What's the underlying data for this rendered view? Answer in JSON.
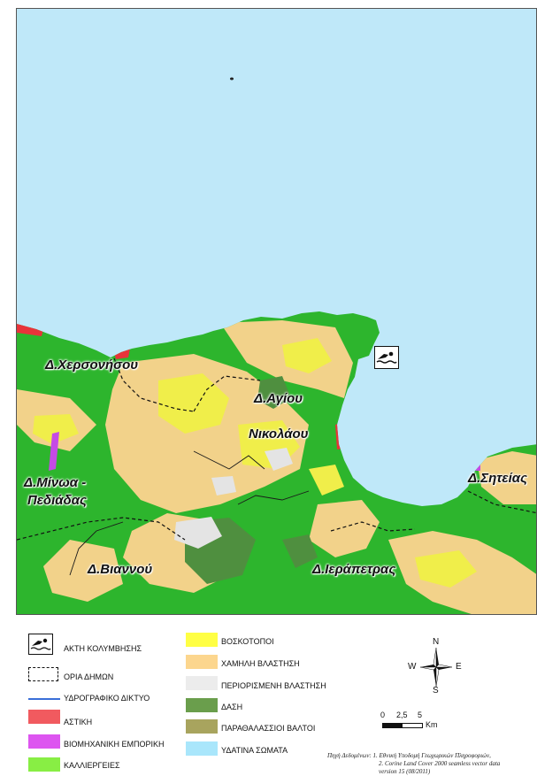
{
  "map": {
    "labels": {
      "hersonisos": "Δ.Χερσονήσου",
      "agios_line1": "Δ.Αγίου",
      "agios_line2": "Νικολάου",
      "minoa_line1": "Δ.Μίνωα -",
      "minoa_line2": "Πεδιάδας",
      "sitia": "Δ.Σητείας",
      "viannos": "Δ.Βιαννού",
      "ierapetra": "Δ.Ιεράπετρας"
    },
    "colors": {
      "sea": "#bfe8f9",
      "agriculture": "#2db52d",
      "pasture": "#f0ee4a",
      "low_vegetation": "#f2d28a",
      "limited_vegetation": "#e4e4e4",
      "forest": "#4f8f3f",
      "urban": "#e8333a",
      "industrial": "#c54ae6",
      "marsh": "#9a9a4c"
    }
  },
  "legend": {
    "col1": [
      {
        "key": "beach",
        "label": "ΑΚΤΗ ΚΟΛΥΜΒΗΣΗΣ",
        "icon": "swimmer-icon"
      },
      {
        "key": "borders",
        "label": "ΟΡΙΑ ΔΗΜΩΝ",
        "color": "#111111"
      },
      {
        "key": "hydro",
        "label": "ΥΔΡΟΓΡΑΦΙΚΟ ΔΙΚΤΥΟ",
        "color": "#3a6fd8"
      },
      {
        "key": "urban",
        "label": "ΑΣΤΙΚΗ",
        "color": "#f15a5f"
      },
      {
        "key": "industrial",
        "label": "ΒΙΟΜΗΧΑΝΙΚΗ ΕΜΠΟΡΙΚΗ",
        "color": "#dd55f0"
      },
      {
        "key": "agriculture",
        "label": "ΚΑΛΛΙΕΡΓΕΙΕΣ",
        "color": "#88ee44"
      }
    ],
    "col2": [
      {
        "key": "pasture",
        "label": "ΒΟΣΚΟΤΟΠΟΙ",
        "color": "#ffff44"
      },
      {
        "key": "lowveg",
        "label": "ΧΑΜΗΛΗ ΒΛΑΣΤΗΣΗ",
        "color": "#fcd68e"
      },
      {
        "key": "limveg",
        "label": "ΠΕΡΙΟΡΙΣΜΕΝΗ ΒΛΑΣΤΗΣΗ",
        "color": "#ececec"
      },
      {
        "key": "forest",
        "label": "ΔΑΣΗ",
        "color": "#6a9e4c"
      },
      {
        "key": "marsh",
        "label": "ΠΑΡΑΘΑΛΑΣΣΙΟΙ ΒΑΛΤΟΙ",
        "color": "#a8a45e"
      },
      {
        "key": "water",
        "label": "ΥΔΑΤΙΝΑ ΣΩΜΑΤΑ",
        "color": "#a9e6fb"
      }
    ]
  },
  "compass": {
    "n": "N",
    "s": "S",
    "w": "W",
    "e": "E"
  },
  "scale": {
    "t0": "0",
    "t1": "2,5",
    "t2": "5",
    "unit": "Km"
  },
  "source": {
    "line1": "Πηγή Δεδομένων: 1. Εθνική Υποδομή Γεωχωρικών Πληροφοριών,",
    "line2": "2. Corine Land Cover 2000 seamless vector data",
    "line3": "version 15 (08/2011)"
  }
}
